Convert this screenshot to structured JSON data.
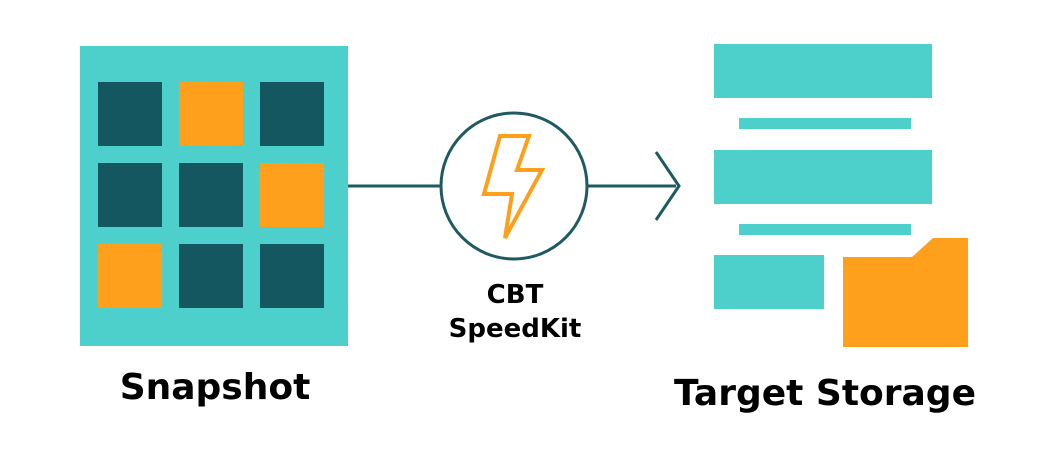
{
  "colors": {
    "teal": "#4dd0cc",
    "dark_teal": "#155760",
    "orange": "#ffa01c",
    "line": "#1e5a5f",
    "text": "#000000"
  },
  "snapshot": {
    "label": "Snapshot",
    "grid_rows": 3,
    "grid_cols": 3,
    "cells": [
      [
        "dark",
        "orange",
        "dark"
      ],
      [
        "dark",
        "dark",
        "orange"
      ],
      [
        "orange",
        "dark",
        "dark"
      ]
    ]
  },
  "tool": {
    "name_line1": "CBT",
    "name_line2": "SpeedKit",
    "icon": "lightning-bolt-icon"
  },
  "storage": {
    "label": "Target Storage",
    "icon": "folder-icon"
  }
}
